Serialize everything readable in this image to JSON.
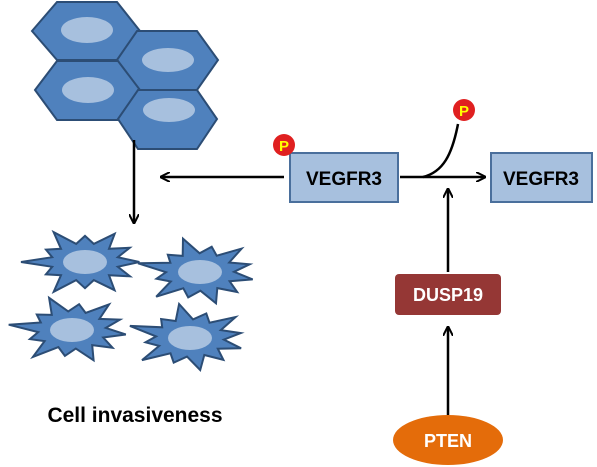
{
  "nodes": {
    "vegfr3_phospho": {
      "label": "VEGFR3"
    },
    "vegfr3_dephospho": {
      "label": "VEGFR3"
    },
    "dusp19": {
      "label": "DUSP19"
    },
    "pten": {
      "label": "PTEN"
    }
  },
  "phospho_badge_left": {
    "label": "P"
  },
  "phospho_badge_released": {
    "label": "P"
  },
  "caption": {
    "label": "Cell invasiveness"
  },
  "colors": {
    "cell_fill": "#4f81bd",
    "cell_stroke": "#2c4d75",
    "nucleus_fill": "#a7c0de",
    "box_fill": "#a7c0de",
    "box_stroke": "#4a6f9c",
    "dusp19_fill": "#953735",
    "pten_fill": "#e46c0a",
    "phospho_fill": "#e02020",
    "phospho_text": "#ffff00",
    "arrow": "#000000"
  }
}
